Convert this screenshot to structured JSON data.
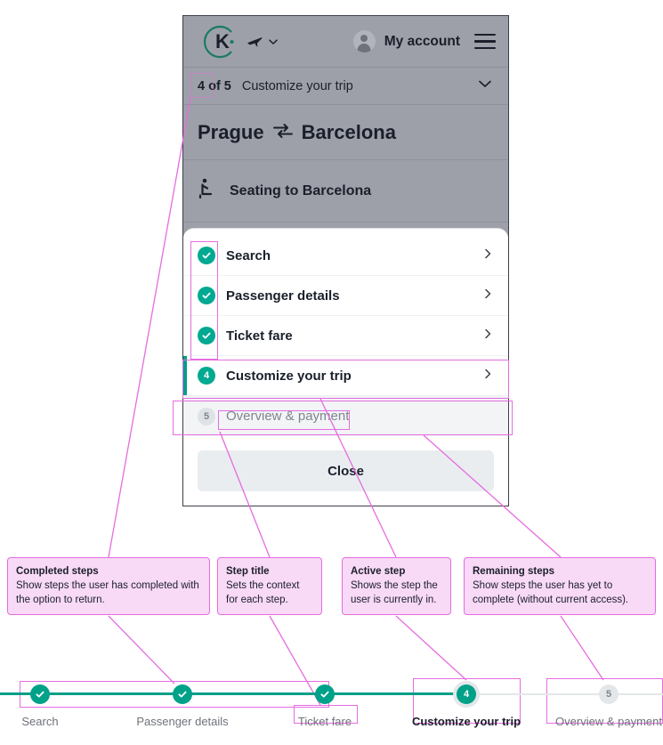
{
  "phone": {
    "header": {
      "logo": "kiwi-logo",
      "flight_selector_icon": "plane-icon",
      "flight_selector_chevron": "chevron-down-icon",
      "account_icon": "user-avatar-icon",
      "account_label": "My account",
      "menu_icon": "hamburger-menu-icon"
    },
    "subbar": {
      "step_count": "4 of 5",
      "step_name": "Customize your trip",
      "expand_icon": "chevron-down-icon"
    },
    "route": {
      "origin": "Prague",
      "swap_icon": "swap-arrows-icon",
      "destination": "Barcelona"
    },
    "seating": {
      "icon": "seat-icon",
      "label": "Seating to Barcelona"
    },
    "sheet": {
      "rows": [
        {
          "badge": "check",
          "badge_text": "",
          "label": "Search",
          "state": "completed",
          "chevron": "chevron-right-icon"
        },
        {
          "badge": "check",
          "badge_text": "",
          "label": "Passenger details",
          "state": "completed",
          "chevron": "chevron-right-icon"
        },
        {
          "badge": "check",
          "badge_text": "",
          "label": "Ticket fare",
          "state": "completed",
          "chevron": "chevron-right-icon"
        },
        {
          "badge": "number",
          "badge_text": "4",
          "label": "Customize your trip",
          "state": "active",
          "chevron": "chevron-right-icon"
        },
        {
          "badge": "number",
          "badge_text": "5",
          "label": "Overview & payment",
          "state": "disabled",
          "chevron": ""
        }
      ],
      "close_label": "Close"
    }
  },
  "annotations": [
    {
      "title": "Completed steps",
      "body": "Show steps the user has completed with the option to return."
    },
    {
      "title": "Step title",
      "body": "Sets the context for each step."
    },
    {
      "title": "Active step",
      "body": "Shows the step the user is currently in."
    },
    {
      "title": "Remaining steps",
      "body": "Show steps the user has yet to complete (without current access)."
    }
  ],
  "stepper": {
    "steps": [
      {
        "badge": "check",
        "badge_text": "",
        "label": "Search",
        "state": "completed"
      },
      {
        "badge": "check",
        "badge_text": "",
        "label": "Passenger details",
        "state": "completed"
      },
      {
        "badge": "check",
        "badge_text": "",
        "label": "Ticket fare",
        "state": "completed"
      },
      {
        "badge": "number",
        "badge_text": "4",
        "label": "Customize your trip",
        "state": "current"
      },
      {
        "badge": "number",
        "badge_text": "5",
        "label": "Overview & payment",
        "state": "upcoming"
      }
    ]
  },
  "colors": {
    "accent_teal": "#00a991",
    "accent_teal_dark": "#009f87",
    "annotation_fill": "#f8d9f6",
    "annotation_border": "#e66ce0",
    "phone_chrome": "#9da0a8",
    "disabled_row": "#f2f4f6",
    "close_button": "#e9edf0"
  }
}
